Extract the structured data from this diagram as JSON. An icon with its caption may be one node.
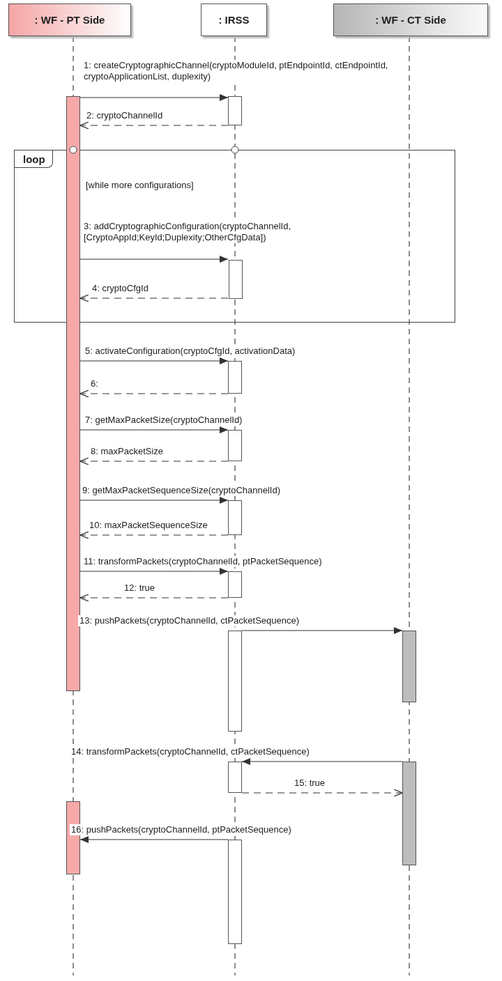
{
  "diagram": {
    "nodes": [
      {
        "text": [
          ": WF - PT Side"
        ]
      },
      {
        "text": [
          ": IRSS"
        ]
      },
      {
        "text": [
          ": WF - CT Side"
        ]
      },
      {
        "text": [],
        "shape": "bar"
      },
      {
        "text": [],
        "shape": "bar"
      },
      {
        "text": [
          "loop",
          "[while more configurations]"
        ]
      },
      {
        "text": [],
        "shape": "bar",
        "in": 5
      },
      {
        "text": [],
        "shape": "bar"
      },
      {
        "text": [],
        "shape": "bar"
      },
      {
        "text": [],
        "shape": "bar"
      },
      {
        "text": [],
        "shape": "bar"
      },
      {
        "text": [],
        "shape": "bar"
      },
      {
        "text": [],
        "shape": "bar"
      },
      {
        "text": [],
        "shape": "bar"
      },
      {
        "text": [],
        "shape": "bar"
      },
      {
        "text": [],
        "shape": "bar"
      },
      {
        "text": [],
        "shape": "bar"
      }
    ],
    "edges": [
      {
        "from": 3,
        "to": 4,
        "arrow": "to",
        "label": "1: createCryptographicChannel(cryptoModuleId, ptEndpointId, ctEndpointId, cryptoApplicationList, duplexity)"
      },
      {
        "from": 4,
        "to": 3,
        "arrow": "to",
        "style": "dashed",
        "label": "2: cryptoChannelId"
      },
      {
        "from": 3,
        "to": 6,
        "arrow": "to",
        "label": "3: addCryptographicConfiguration(cryptoChannelId, [CryptoAppId;KeyId;Duplexity;OtherCfgData])"
      },
      {
        "from": 6,
        "to": 3,
        "arrow": "to",
        "style": "dashed",
        "label": "4: cryptoCfgId"
      },
      {
        "from": 3,
        "to": 7,
        "arrow": "to",
        "label": "5: activateConfiguration(cryptoCfgId, activationData)"
      },
      {
        "from": 7,
        "to": 3,
        "arrow": "to",
        "style": "dashed",
        "label": "6:"
      },
      {
        "from": 3,
        "to": 8,
        "arrow": "to",
        "label": "7: getMaxPacketSize(cryptoChannelId)"
      },
      {
        "from": 8,
        "to": 3,
        "arrow": "to",
        "style": "dashed",
        "label": "8: maxPacketSize"
      },
      {
        "from": 3,
        "to": 9,
        "arrow": "to",
        "label": "9: getMaxPacketSequenceSize(cryptoChannelId)"
      },
      {
        "from": 9,
        "to": 3,
        "arrow": "to",
        "style": "dashed",
        "label": "10: maxPacketSequenceSize"
      },
      {
        "from": 3,
        "to": 10,
        "arrow": "to",
        "label": "11: transformPackets(cryptoChannelId, ptPacketSequence)"
      },
      {
        "from": 10,
        "to": 3,
        "arrow": "to",
        "style": "dashed",
        "label": "12: true"
      },
      {
        "from": 11,
        "to": 12,
        "arrow": "to",
        "label": "13: pushPackets(cryptoChannelId, ctPacketSequence)"
      },
      {
        "from": 14,
        "to": 13,
        "arrow": "to",
        "label": "14: transformPackets(cryptoChannelId, ctPacketSequence)"
      },
      {
        "from": 13,
        "to": 14,
        "arrow": "to",
        "style": "dashed",
        "label": "15: true"
      },
      {
        "from": 16,
        "to": 15,
        "arrow": "to",
        "label": "16: pushPackets(cryptoChannelId, ptPacketSequence)"
      }
    ]
  }
}
